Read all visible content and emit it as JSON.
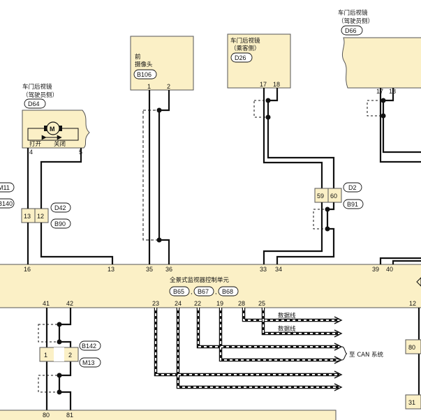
{
  "colors": {
    "component_fill": "#fbf0c6",
    "component_border": "#555555",
    "wire": "#111111",
    "shield": "#111111"
  },
  "components": {
    "d64": {
      "title1": "车门后视镜",
      "title2": "（驾驶员侧）",
      "code": "D64",
      "motor": "M",
      "open": "打开",
      "close": "关闭",
      "pin_a": "4",
      "pin_b": "5"
    },
    "b106": {
      "title1": "前",
      "title2": "摄像头",
      "code": "B106",
      "pin_a": "1",
      "pin_b": "2"
    },
    "d26": {
      "title1": "车门后视镜",
      "title2": "（乘客侧）",
      "code": "D26",
      "pin_a": "17",
      "pin_b": "18"
    },
    "d66": {
      "title1": "车门后视镜",
      "title2": "（驾驶员侧）",
      "code": "D66",
      "pin_a": "17",
      "pin_b": "18"
    },
    "left_connector": {
      "pin_a": "13",
      "pin_b": "12",
      "code1": "D42",
      "code2": "B90",
      "side1": "M11",
      "side2": "B140"
    },
    "right_connector": {
      "pin_a": "59",
      "pin_b": "60",
      "code1": "D2",
      "code2": "B91"
    },
    "lower_connector": {
      "pin_a": "1",
      "pin_b": "2",
      "code1": "B142",
      "code2": "M13"
    },
    "right_edge_connector": {
      "pin_a": "80",
      "pin_b": "31",
      "pin_top": "12"
    }
  },
  "control_unit": {
    "title": "全景式监视器控制单元",
    "codes": [
      "B65",
      "B67",
      "B68"
    ],
    "top_pins": [
      "16",
      "13",
      "35",
      "36",
      "33",
      "34",
      "39",
      "40"
    ],
    "bottom_pins": [
      "41",
      "42",
      "23",
      "24",
      "22",
      "19",
      "28",
      "25"
    ],
    "lower_pins": [
      "80",
      "81"
    ]
  },
  "signals": {
    "data_line_1": "数据线",
    "data_line_2": "数据线",
    "can_label": "至 CAN 系统"
  }
}
